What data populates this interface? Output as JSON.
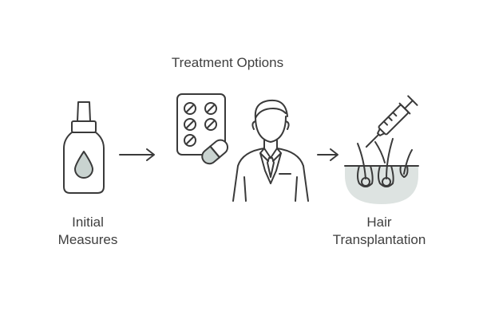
{
  "steps": {
    "initial": {
      "line1": "Initial",
      "line2": "Measures"
    },
    "treatment": {
      "title": "Treatment Options"
    },
    "hair": {
      "line1": "Hair",
      "line2": "Transplantation"
    }
  },
  "icons": {
    "bottle": "dropper-bottle-icon",
    "pills": "pill-blister-pack-icon",
    "capsule": "capsule-icon",
    "doctor": "doctor-icon",
    "syringe": "syringe-icon",
    "follicle": "hair-follicle-icon",
    "arrow": "arrow-right-icon"
  },
  "colors": {
    "stroke": "#3a3a3a",
    "accent_fill": "#c9d3d0",
    "text": "#3f3f3f"
  }
}
